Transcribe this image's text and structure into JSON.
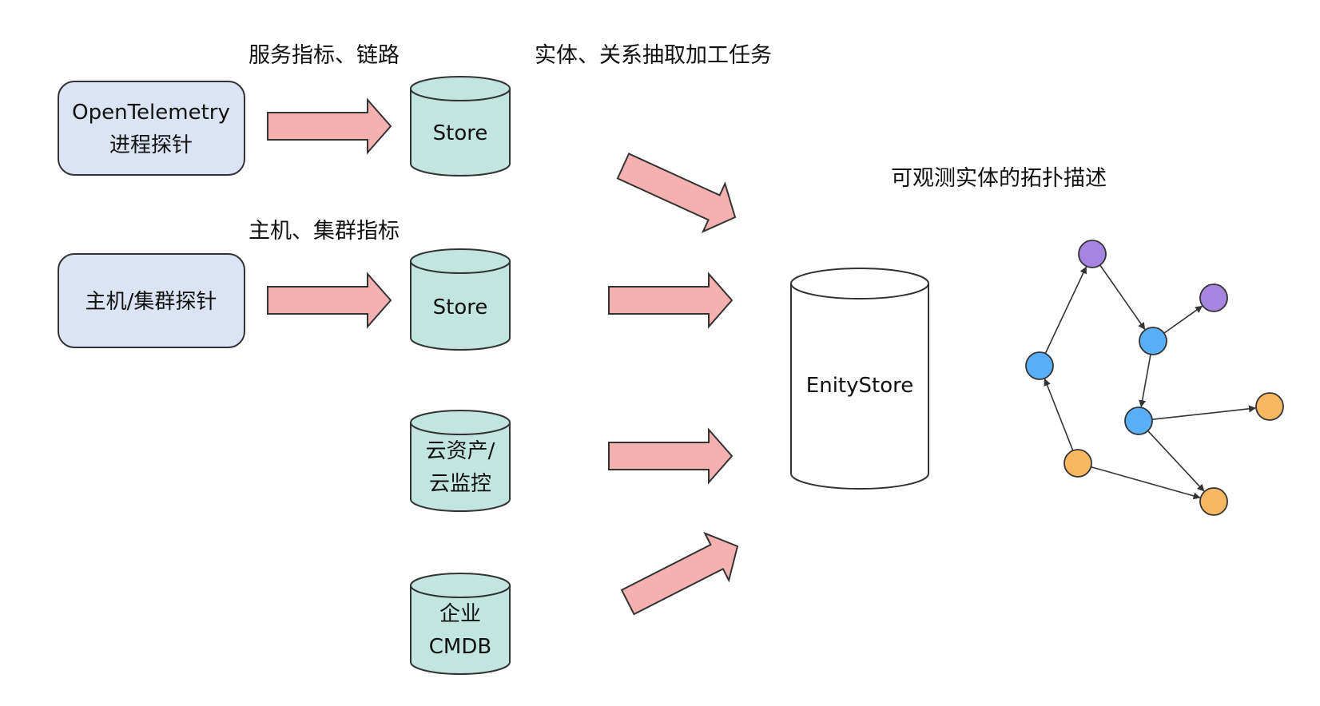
{
  "captions": {
    "metrics_traces": "服务指标、链路",
    "host_cluster_metrics": "主机、集群指标",
    "extraction_task": "实体、关系抽取加工任务",
    "topology_desc": "可观测实体的拓扑描述"
  },
  "sources": {
    "otel_line1": "OpenTelemetry",
    "otel_line2": "进程探针",
    "host_probe": "主机/集群探针"
  },
  "stores": {
    "store1": "Store",
    "store2": "Store",
    "cloud_line1": "云资产/",
    "cloud_line2": "云监控",
    "cmdb_line1": "企业",
    "cmdb_line2": "CMDB"
  },
  "entity_store": "EnityStore",
  "colors": {
    "source_fill": "#dbe3f4",
    "store_fill": "#c2e6df",
    "arrow_fill": "#f4b1b0",
    "purple_node": "#a684e0",
    "blue_node": "#58aef7",
    "orange_node": "#f8b862"
  },
  "topology": {
    "nodes": [
      {
        "id": "p1",
        "color": "purple"
      },
      {
        "id": "p2",
        "color": "purple"
      },
      {
        "id": "b1",
        "color": "blue"
      },
      {
        "id": "b2",
        "color": "blue"
      },
      {
        "id": "b3",
        "color": "blue"
      },
      {
        "id": "o1",
        "color": "orange"
      },
      {
        "id": "o2",
        "color": "orange"
      },
      {
        "id": "o3",
        "color": "orange"
      }
    ],
    "edges": [
      [
        "o1",
        "b1"
      ],
      [
        "b1",
        "p1"
      ],
      [
        "p1",
        "b2"
      ],
      [
        "b2",
        "p2"
      ],
      [
        "b2",
        "b3"
      ],
      [
        "b3",
        "o2"
      ],
      [
        "b3",
        "o3"
      ],
      [
        "o1",
        "o3"
      ]
    ]
  }
}
